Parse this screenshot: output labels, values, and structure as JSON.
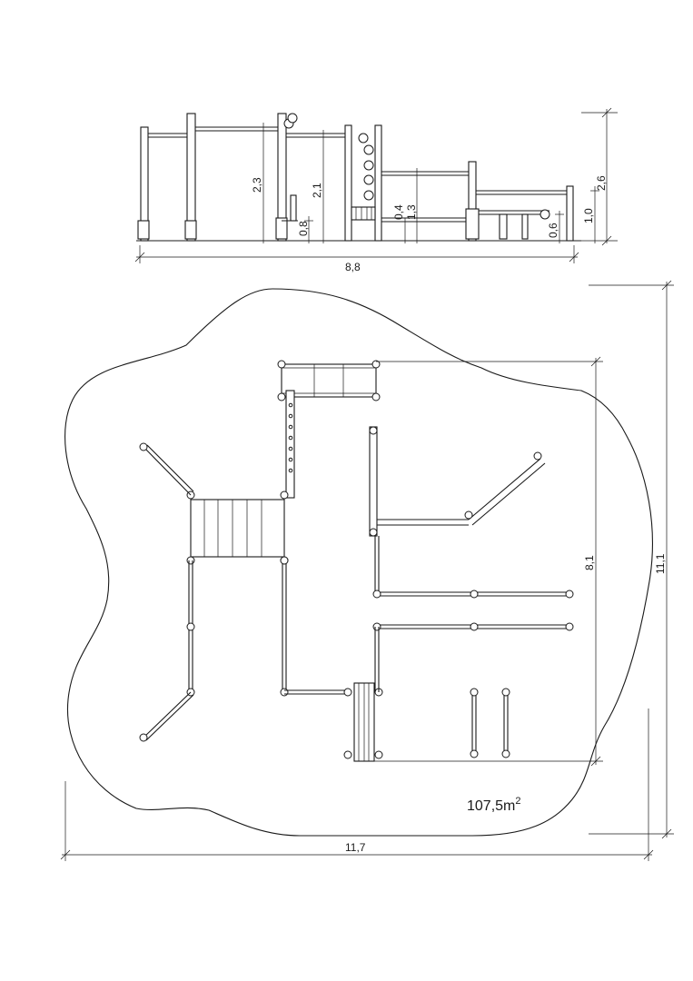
{
  "elevation": {
    "overall_width": "8,8",
    "heights": {
      "h_2_3": "2,3",
      "h_2_1": "2,1",
      "h_0_8": "0,8",
      "h_0_4": "0,4",
      "h_1_3": "1,3",
      "h_0_6": "0,6",
      "h_1_0": "1,0",
      "h_2_6": "2,6"
    }
  },
  "plan": {
    "width": "11,7",
    "height": "11,1",
    "inner_depth": "8,1",
    "area_value": "107,5m",
    "area_exponent": "2"
  }
}
